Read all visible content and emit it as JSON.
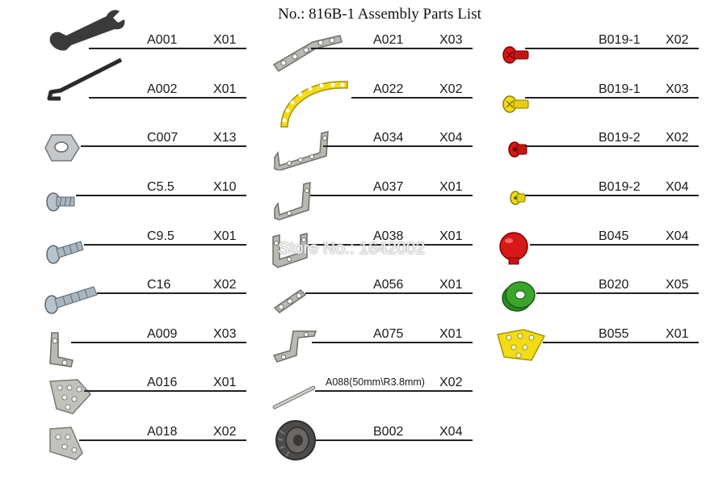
{
  "title": "No.: 816B-1   Assembly Parts List",
  "watermark": "Store No.: 1642002",
  "columns": [
    {
      "items": [
        {
          "code": "A001",
          "qty": "X01",
          "icon": "wrench-icon"
        },
        {
          "code": "A002",
          "qty": "X01",
          "icon": "hex-key-icon"
        },
        {
          "code": "C007",
          "qty": "X13",
          "icon": "hex-nut-icon"
        },
        {
          "code": "C5.5",
          "qty": "X10",
          "icon": "short-screw-icon"
        },
        {
          "code": "C9.5",
          "qty": "X01",
          "icon": "medium-screw-icon"
        },
        {
          "code": "C16",
          "qty": "X02",
          "icon": "long-screw-icon"
        },
        {
          "code": "A009",
          "qty": "X03",
          "icon": "angle-bracket-icon"
        },
        {
          "code": "A016",
          "qty": "X01",
          "icon": "pentagon-plate-icon"
        },
        {
          "code": "A018",
          "qty": "X02",
          "icon": "triangle-plate-icon"
        }
      ]
    },
    {
      "items": [
        {
          "code": "A021",
          "qty": "X03",
          "icon": "angled-strip-icon"
        },
        {
          "code": "A022",
          "qty": "X02",
          "icon": "curved-strip-icon"
        },
        {
          "code": "A034",
          "qty": "X04",
          "icon": "u-bracket-long-icon"
        },
        {
          "code": "A037",
          "qty": "X01",
          "icon": "u-bracket-icon"
        },
        {
          "code": "A038",
          "qty": "X01",
          "icon": "double-bracket-icon"
        },
        {
          "code": "A056",
          "qty": "X01",
          "icon": "short-strip-icon"
        },
        {
          "code": "A075",
          "qty": "X01",
          "icon": "z-bracket-icon"
        },
        {
          "code": "A088(50mm\\R3.8mm)",
          "qty": "X02",
          "icon": "axle-rod-icon"
        },
        {
          "code": "B002",
          "qty": "X04",
          "icon": "tire-icon"
        }
      ]
    },
    {
      "items": [
        {
          "code": "B019-1",
          "qty": "X02",
          "icon": "red-bolt-icon"
        },
        {
          "code": "B019-1",
          "qty": "X03",
          "icon": "yellow-bolt-icon"
        },
        {
          "code": "B019-2",
          "qty": "X02",
          "icon": "red-nut-icon"
        },
        {
          "code": "B019-2",
          "qty": "X04",
          "icon": "yellow-nut-icon"
        },
        {
          "code": "B045",
          "qty": "X04",
          "icon": "red-knob-icon"
        },
        {
          "code": "B020",
          "qty": "X05",
          "icon": "green-spacer-icon"
        },
        {
          "code": "B055",
          "qty": "X01",
          "icon": "yellow-plate-icon"
        }
      ]
    }
  ],
  "colors": {
    "metal": "#b9b9b3",
    "metal_dark": "#6f6f6a",
    "yellow": "#f2dc18",
    "red": "#d81818",
    "green": "#3aa52a",
    "tire": "#4d4b49"
  }
}
